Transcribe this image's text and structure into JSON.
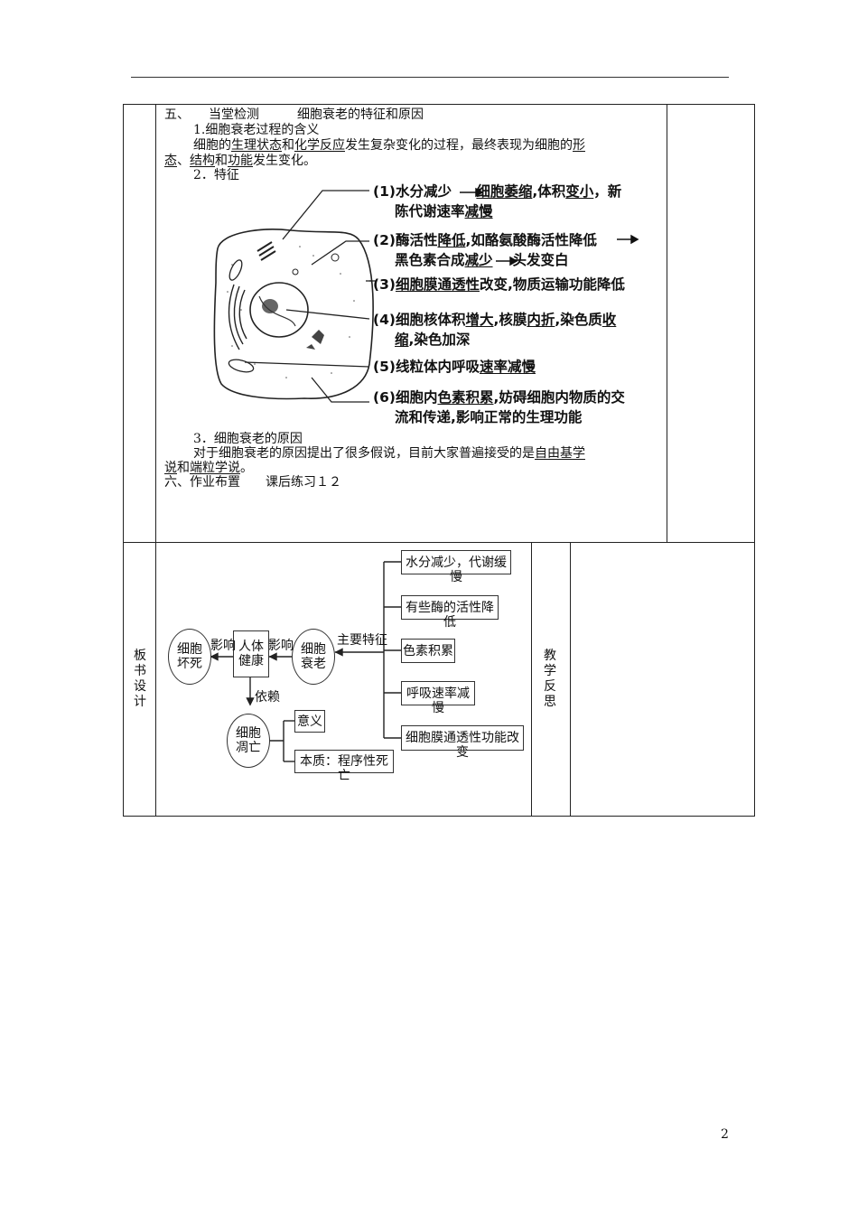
{
  "section5": {
    "heading": "五、　　当堂检测　　　细胞衰老的特征和原因",
    "item1_title": "1.细胞衰老过程的含义",
    "line1_a": "细胞的",
    "line1_b": "生理状态",
    "line1_c": "和",
    "line1_d": "化学反应",
    "line1_e": "发生复杂变化的过程，最终表现为细胞的",
    "line1_f": "形",
    "line2_a": "态",
    "line2_b": "、",
    "line2_c": "结构",
    "line2_d": "和",
    "line2_e": "功能",
    "line2_f": "发生变化。",
    "item2_title": "2．特征",
    "item3_title": "3．细胞衰老的原因",
    "line3_a": "对于细胞衰老的原因提出了很多假说，目前大家普遍接受的是",
    "line3_b": "自由基学",
    "line4_a": "说",
    "line4_b": "和",
    "line4_c": "端粒学说",
    "line4_d": "。"
  },
  "features": {
    "f1a_1": "(1)水分减少 ",
    "f1a_2": "细胞萎缩",
    "f1a_3": ",体积",
    "f1a_4": "变小",
    "f1a_5": "，新",
    "f1b_1": "陈代谢速率",
    "f1b_2": "减慢",
    "f2a_1": "(2)酶活性",
    "f2a_2": "降低",
    "f2a_3": ",如酪氨酸酶活性降低",
    "f2b_1": "黑色素合成",
    "f2b_2": "减少",
    "f2b_3": "头发变白",
    "f3_1": "(3)",
    "f3_2": "细胞膜通透性",
    "f3_3": "改变,物质运输功能降低",
    "f4a_1": "(4)细胞核体积",
    "f4a_2": "增大",
    "f4a_3": ",核膜",
    "f4a_4": "内折",
    "f4a_5": ",染色质",
    "f4a_6": "收",
    "f4b_1": "缩",
    "f4b_2": ",染色加深",
    "f5_1": "(5)线粒体内呼吸",
    "f5_2": "速率减慢",
    "f6a_1": "(6)细胞内",
    "f6a_2": "色素积累",
    "f6a_3": ",妨碍细胞内物质的交",
    "f6b_1": "流和传递,影响正常的生理功能"
  },
  "section6": {
    "text": "六、作业布置　　课后练习１２"
  },
  "board": {
    "side_label": "板书设计",
    "reflection_label": "教学反思",
    "necrosis": "细胞坏死",
    "health": "人体健康",
    "aging": "细胞衰老",
    "apoptosis": "细胞凋亡",
    "influence_left": "影响",
    "influence_right": "影响",
    "main_features": "主要特征",
    "depend": "依赖",
    "feature_boxes": [
      "水分减少，代谢缓慢",
      "有些酶的活性降低",
      "色素积累",
      "呼吸速率减慢",
      "细胞膜通透性功能改变"
    ],
    "meaning": "意义",
    "essence": "本质：程序性死亡"
  },
  "page_number": "2"
}
